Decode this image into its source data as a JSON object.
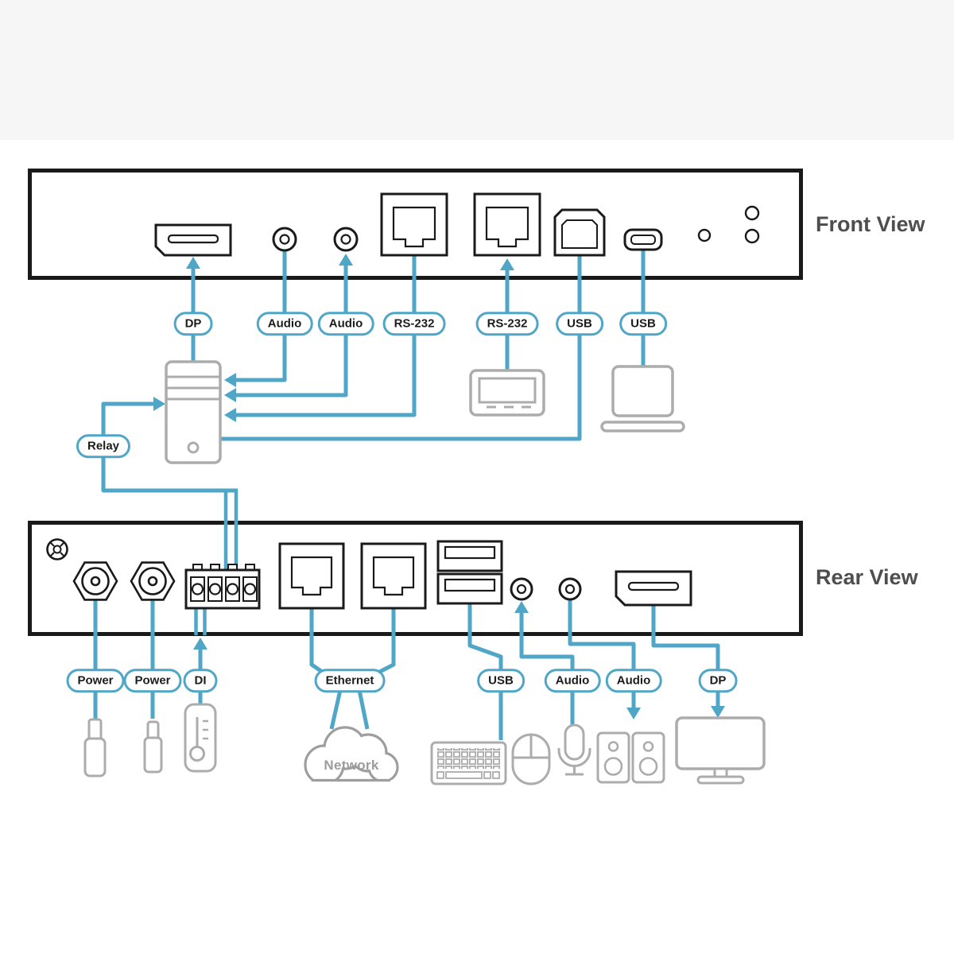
{
  "colors": {
    "accent": "#4FA6C7",
    "panel_outline": "#1A1A1A",
    "device_gray": "#ACACAC",
    "cloud_gray": "#9E9E9E"
  },
  "front": {
    "title": "Front View",
    "labels": [
      "DP",
      "Audio",
      "Audio",
      "RS-232",
      "RS-232",
      "USB",
      "USB"
    ]
  },
  "rear": {
    "title": "Rear View",
    "labels": [
      "Power",
      "Power",
      "DI",
      "Ethernet",
      "USB",
      "Audio",
      "Audio",
      "DP"
    ]
  },
  "relay": {
    "label": "Relay"
  },
  "network": {
    "label": "Network"
  }
}
